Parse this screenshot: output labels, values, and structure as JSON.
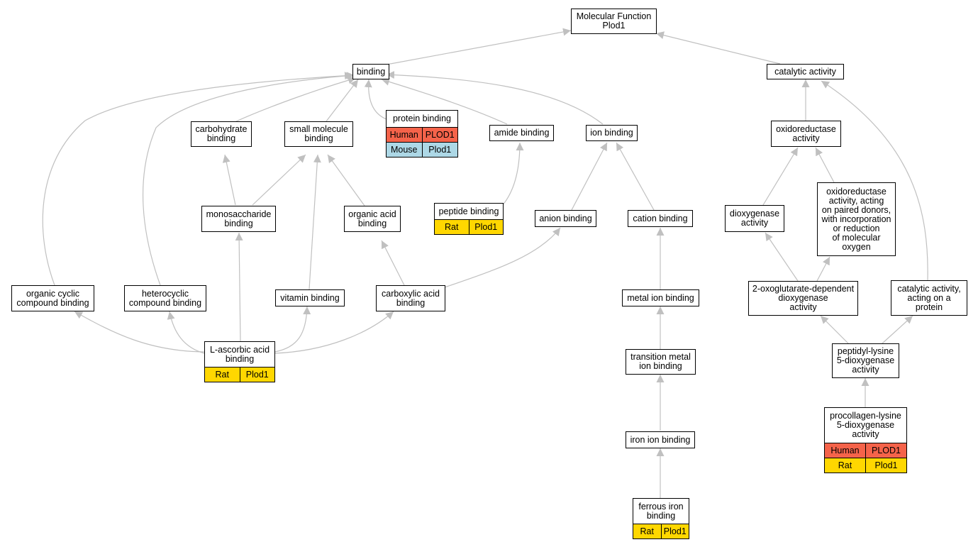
{
  "colors": {
    "edge": "#c0c0c0",
    "human": "#f5634a",
    "mouse": "#add8e6",
    "rat": "#ffd700"
  },
  "nodes": {
    "root": "Molecular Function\nPlod1",
    "binding": "binding",
    "catalytic_activity": "catalytic activity",
    "carbohydrate_binding": "carbohydrate\nbinding",
    "small_molecule_binding": "small molecule\nbinding",
    "protein_binding": "protein binding",
    "amide_binding": "amide binding",
    "ion_binding": "ion binding",
    "oxidoreductase_activity": "oxidoreductase\nactivity",
    "monosaccharide_binding": "monosaccharide\nbinding",
    "organic_acid_binding": "organic acid\nbinding",
    "peptide_binding": "peptide binding",
    "anion_binding": "anion binding",
    "cation_binding": "cation binding",
    "dioxygenase_activity": "dioxygenase\nactivity",
    "oxidoreductase_paired": "oxidoreductase\nactivity, acting\non paired donors,\nwith incorporation\nor reduction\nof molecular\noxygen",
    "organic_cyclic": "organic cyclic\ncompound binding",
    "heterocyclic": "heterocyclic\ncompound binding",
    "vitamin_binding": "vitamin binding",
    "carboxylic_acid_binding": "carboxylic acid\nbinding",
    "metal_ion_binding": "metal ion binding",
    "oxoglutarate": "2-oxoglutarate-dependent\ndioxygenase\nactivity",
    "catalytic_protein": "catalytic activity,\nacting on a\nprotein",
    "ascorbic": "L-ascorbic acid\nbinding",
    "transition_metal": "transition metal\nion binding",
    "peptidyl_lysine": "peptidyl-lysine\n5-dioxygenase\nactivity",
    "iron_ion_binding": "iron ion binding",
    "procollagen": "procollagen-lysine\n5-dioxygenase\nactivity",
    "ferrous_iron": "ferrous iron\nbinding"
  },
  "annotations": {
    "protein_binding": [
      [
        "Human",
        "PLOD1"
      ],
      [
        "Mouse",
        "Plod1"
      ]
    ],
    "peptide_binding": [
      [
        "Rat",
        "Plod1"
      ]
    ],
    "ascorbic": [
      [
        "Rat",
        "Plod1"
      ]
    ],
    "procollagen": [
      [
        "Human",
        "PLOD1"
      ],
      [
        "Rat",
        "Plod1"
      ]
    ],
    "ferrous_iron": [
      [
        "Rat",
        "Plod1"
      ]
    ]
  }
}
